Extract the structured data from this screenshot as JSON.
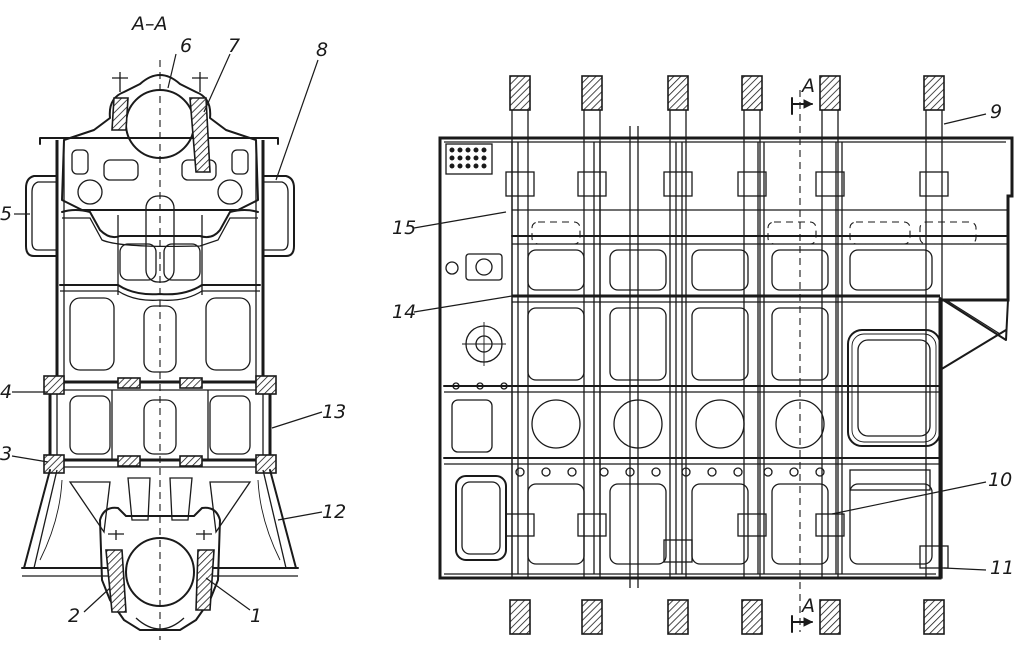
{
  "section_title": "A–A",
  "section_marks": {
    "top": "A",
    "bottom": "A"
  },
  "callouts": {
    "c1": "1",
    "c2": "2",
    "c3": "3",
    "c4": "4",
    "c5": "5",
    "c6": "6",
    "c7": "7",
    "c8": "8",
    "c9": "9",
    "c10": "10",
    "c11": "11",
    "c12": "12",
    "c13": "13",
    "c14": "14",
    "c15": "15"
  },
  "colors": {
    "ink": "#1a1a1a",
    "paper": "#ffffff"
  }
}
